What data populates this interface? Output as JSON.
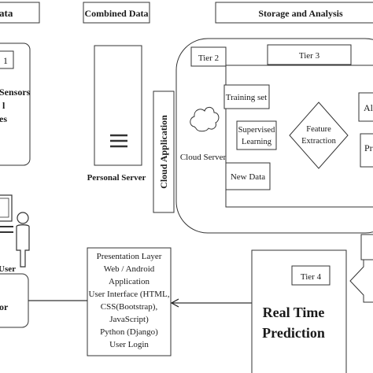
{
  "headers": {
    "data_partial": "ata",
    "combined_data": "Combined Data",
    "storage_analysis": "Storage and Analysis"
  },
  "left_box": {
    "tier_label_partial": "1",
    "line1": "Sensors",
    "line2": "l",
    "line3": "es"
  },
  "personal_server": {
    "label": "Personal Server"
  },
  "cloud_application": {
    "label": "Cloud Application"
  },
  "cloud": {
    "tier2": "Tier 2",
    "tier3": "Tier 3",
    "server_label": "Cloud Server",
    "training_set": "Training set",
    "supervised_line1": "Supervised",
    "supervised_line2": "Learning",
    "new_data": "New Data",
    "feature_line1": "Feature",
    "feature_line2": "Extraction",
    "right_partial_1": "Al",
    "right_partial_2": "Pr"
  },
  "user": {
    "label_partial": "User"
  },
  "bottom_left_partial": "or",
  "presentation": {
    "lines": [
      "Presentation Layer",
      "Web / Android",
      "Application",
      "User Interface (HTML,",
      "CSS(Bootstrap),",
      "JavaScript)",
      "Python (Django)",
      "User Login"
    ]
  },
  "tier4": {
    "label": "Tier 4",
    "title_line1": "Real Time",
    "title_line2": "Prediction"
  }
}
